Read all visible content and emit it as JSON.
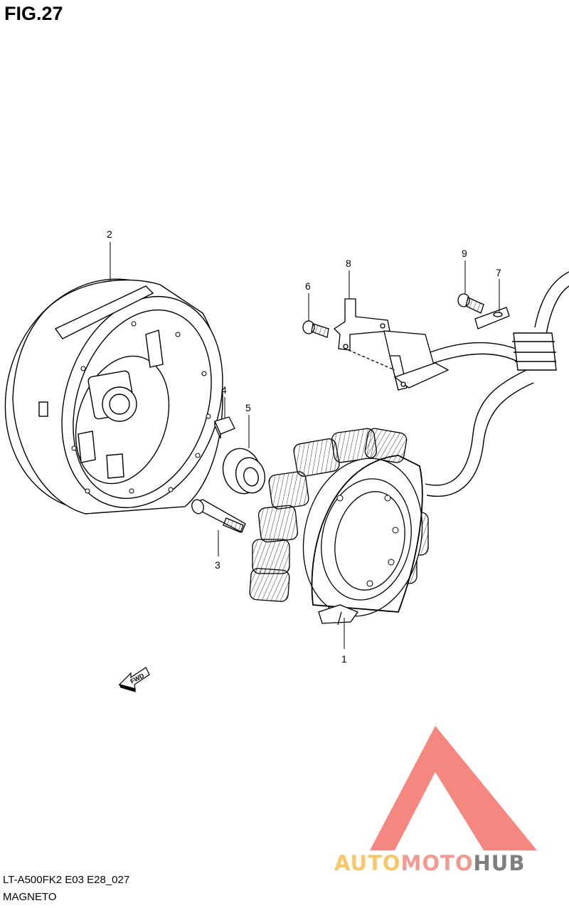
{
  "figure": {
    "title": "FIG.27"
  },
  "caption": {
    "model_code": "LT-A500FK2 E03 E28_027",
    "section_name": "MAGNETO"
  },
  "callouts": [
    {
      "label": "1",
      "part": "stator"
    },
    {
      "label": "2",
      "part": "flywheel-rotor"
    },
    {
      "label": "3",
      "part": "bolt"
    },
    {
      "label": "4",
      "part": "key"
    },
    {
      "label": "5",
      "part": "washer"
    },
    {
      "label": "6",
      "part": "bolt"
    },
    {
      "label": "7",
      "part": "clamp"
    },
    {
      "label": "8",
      "part": "bracket"
    },
    {
      "label": "9",
      "part": "screw"
    }
  ],
  "direction_marker": {
    "label": "FWD"
  },
  "watermark": {
    "text_part1": "AUTO",
    "text_part2": "MOTO",
    "text_part3": "HUB",
    "colors": {
      "part1": "#f7c76a",
      "part2": "#f29a92",
      "part3": "#7f7f7f",
      "logo": "#f5736b"
    }
  }
}
